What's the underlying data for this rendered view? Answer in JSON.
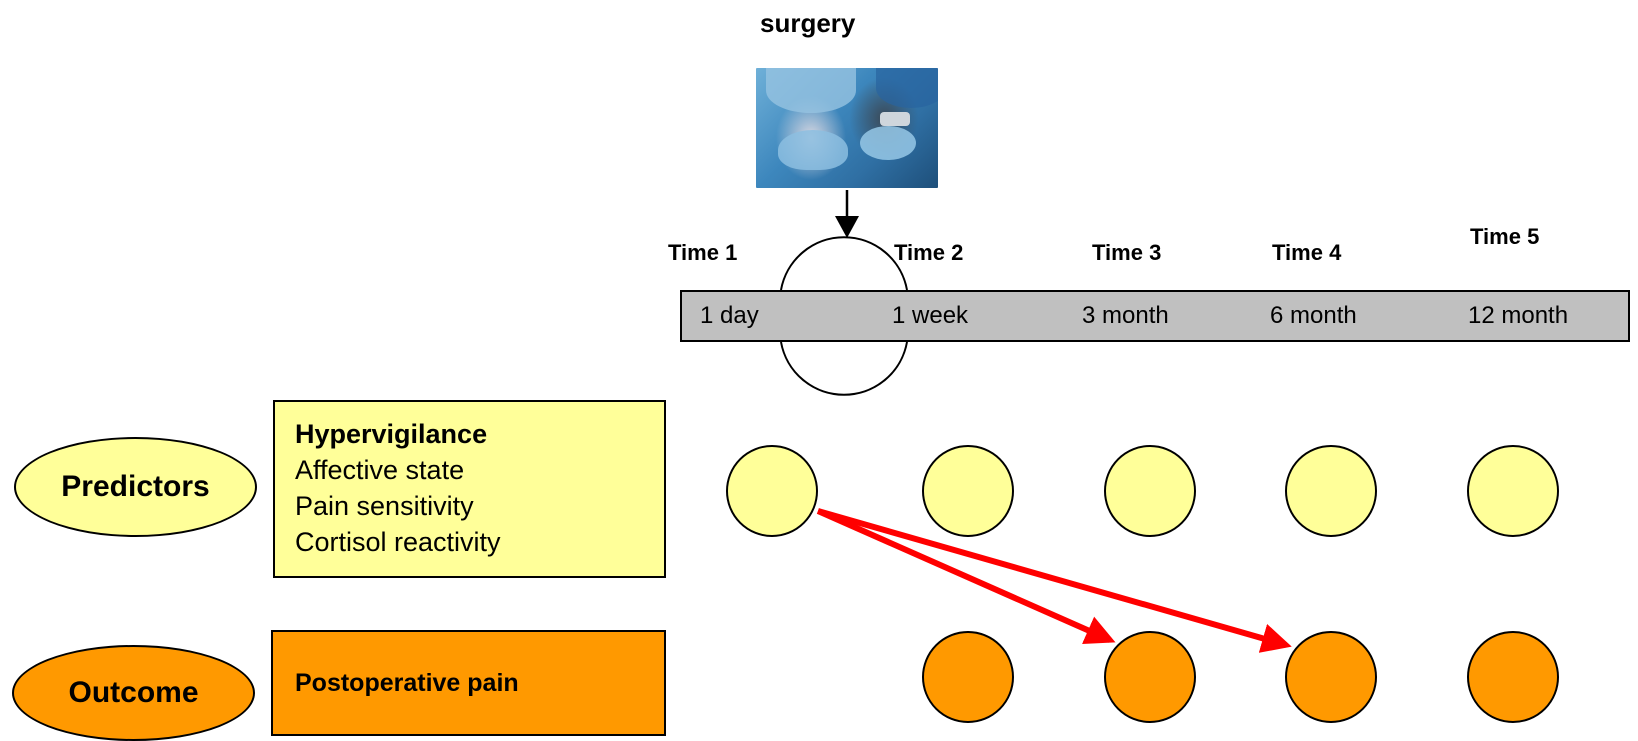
{
  "title": "surgery",
  "timepoints": [
    {
      "time": "Time 1",
      "interval": "1 day"
    },
    {
      "time": "Time 2",
      "interval": "1 week"
    },
    {
      "time": "Time 3",
      "interval": "3 month"
    },
    {
      "time": "Time 4",
      "interval": "6 month"
    },
    {
      "time": "Time 5",
      "interval": "12 month"
    }
  ],
  "predictors": {
    "label": "Predictors",
    "heading": "Hypervigilance",
    "items": [
      "Affective state",
      "Pain sensitivity",
      "Cortisol reactivity"
    ]
  },
  "outcome": {
    "label": "Outcome",
    "measure": "Postoperative pain"
  },
  "colors": {
    "predictor_fill": "#ffff99",
    "outcome_fill": "#ff9900",
    "arrow": "#ff0000",
    "timebar": "#c0c0c0"
  }
}
